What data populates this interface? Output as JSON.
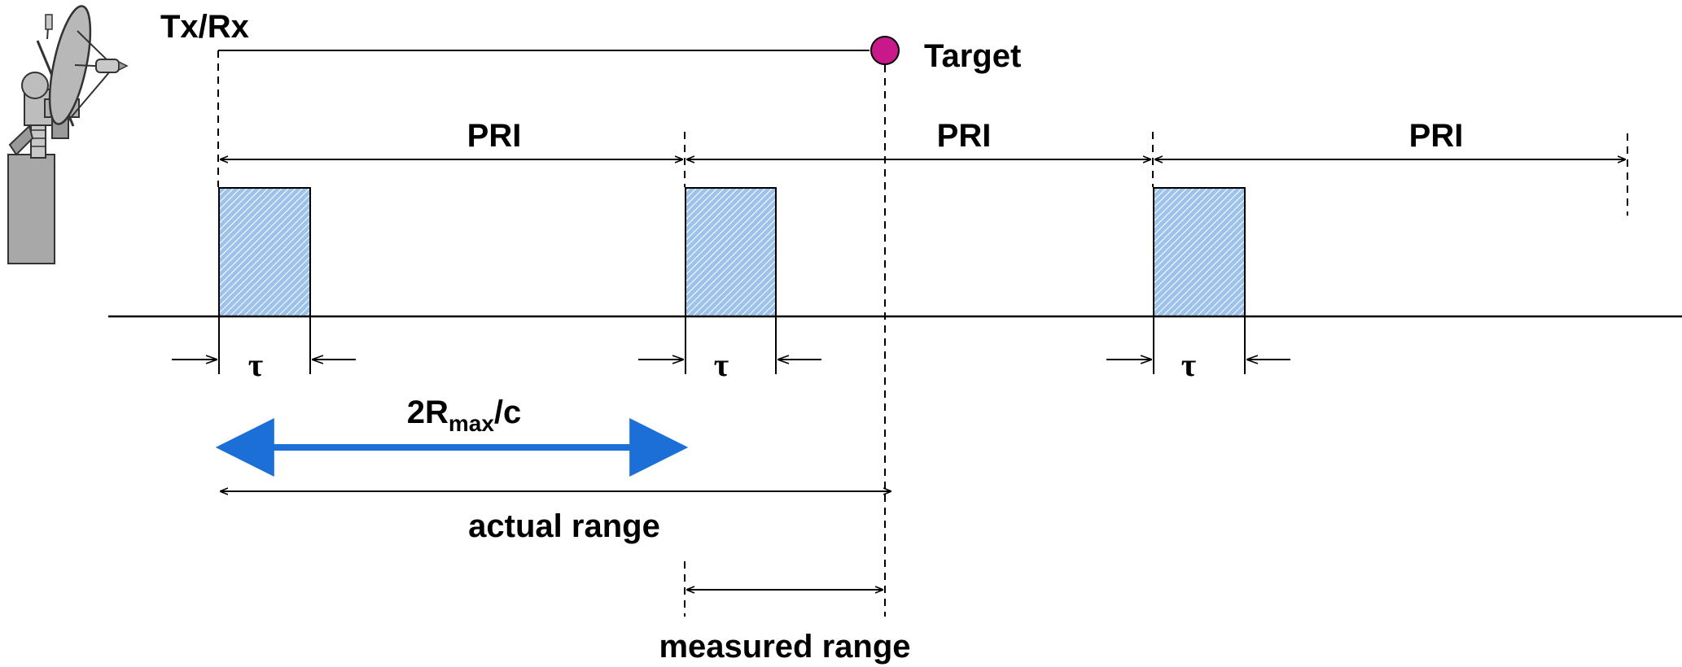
{
  "labels": {
    "txrx": "Tx/Rx",
    "target": "Target",
    "pri": [
      "PRI",
      "PRI",
      "PRI"
    ],
    "tau": [
      "τ",
      "τ",
      "τ"
    ],
    "rmax_prefix": "2R",
    "rmax_sub": "max",
    "rmax_suffix": "/c",
    "actual_range": "actual range",
    "measured_range": "measured range"
  },
  "colors": {
    "pulse_fill": "#9ec3ea",
    "pulse_hatch": "#ffffff",
    "target": "#c8198a",
    "rmax_arrow": "#1b6fd6",
    "line": "#000000",
    "radar_body": "#a8a8a8"
  },
  "icons": {
    "radar": "radar-antenna-icon",
    "target": "target-dot-icon"
  }
}
